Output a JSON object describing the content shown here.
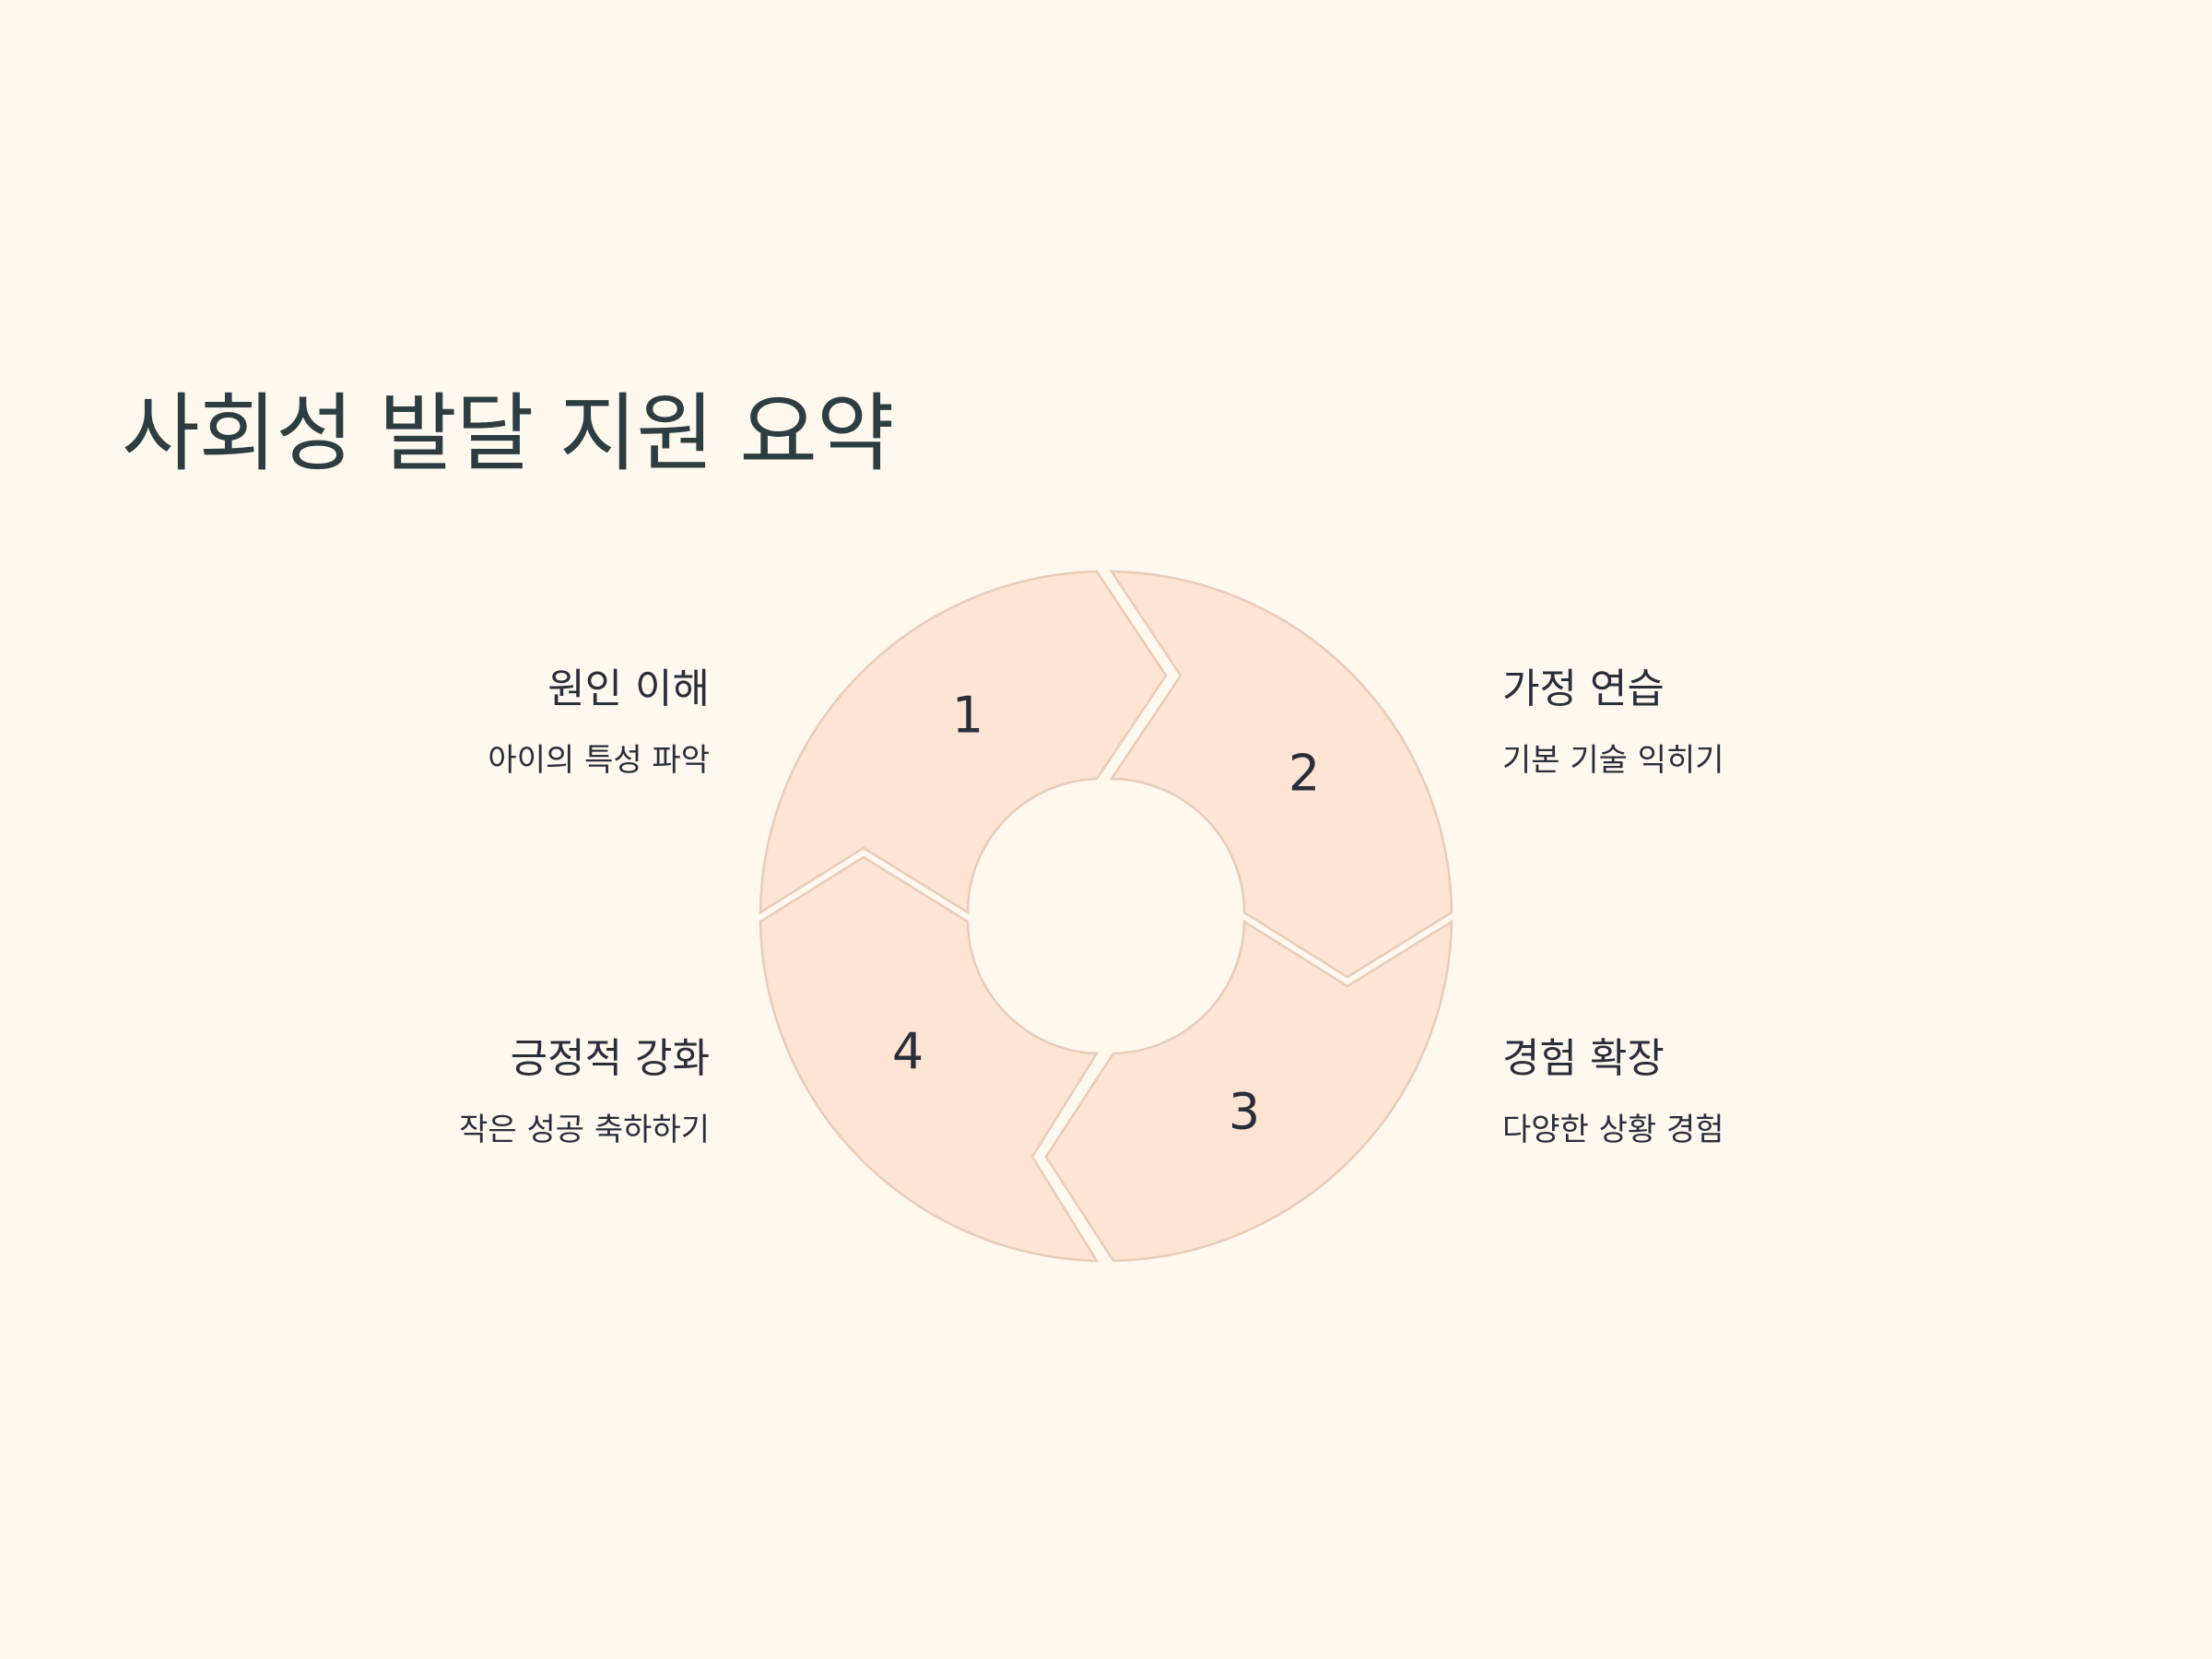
{
  "title": "사회성 발달 지원 요약",
  "colors": {
    "background": "#fff8ef",
    "segment_fill": "#fde4d3",
    "segment_stroke": "#e8cbb8",
    "title_text": "#2c3e42",
    "body_text": "#2a2d3a"
  },
  "steps": [
    {
      "number": "1",
      "title": "원인 이해",
      "description": "아이의 특성 파악"
    },
    {
      "number": "2",
      "title": "가정 연습",
      "description": "기본 기술 익히기"
    },
    {
      "number": "3",
      "title": "경험 확장",
      "description": "다양한 상황 경험"
    },
    {
      "number": "4",
      "title": "긍정적 강화",
      "description": "작은 성공 축하하기"
    }
  ]
}
